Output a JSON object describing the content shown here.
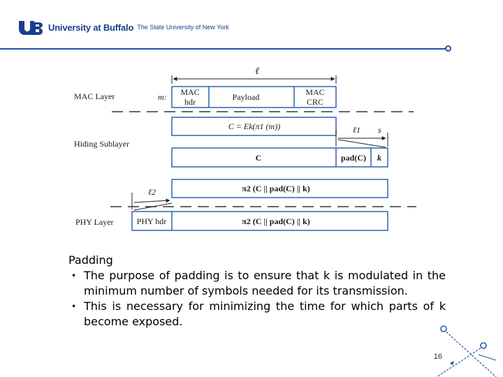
{
  "header": {
    "university_name": "University at Buffalo",
    "university_subtitle": "The State University of New York"
  },
  "diagram": {
    "length_label": "ℓ",
    "layers": {
      "mac": "MAC Layer",
      "hiding": "Hiding Sublayer",
      "phy": "PHY Layer"
    },
    "m_label": "m:",
    "mac_hdr_line1": "MAC",
    "mac_hdr_line2": "hdr",
    "payload": "Payload",
    "mac_crc_line1": "MAC",
    "mac_crc_line2": "CRC",
    "cipher_row": "C = Ek(π1 (m))",
    "l1_label": "ℓ1",
    "s_label": "s",
    "c_label": "C",
    "pad_label": "pad(C)",
    "k_label": "k",
    "l2_label": "ℓ2",
    "perm_row": "π2 (C || pad(C) || k)",
    "phy_hdr": "PHY hdr",
    "phy_perm_row": "π2 (C || pad(C) || k)"
  },
  "body": {
    "title": "Padding",
    "bullets": [
      "The purpose of padding is to ensure that k is modulated in the minimum number of symbols needed for its transmission.",
      "This is necessary for minimizing the time for which parts of k become exposed."
    ]
  },
  "footer": {
    "page_number": "16"
  },
  "colors": {
    "brand_blue": "#1a3f8f",
    "accent_blue": "#2253a3",
    "box_border": "#2a63b8"
  }
}
